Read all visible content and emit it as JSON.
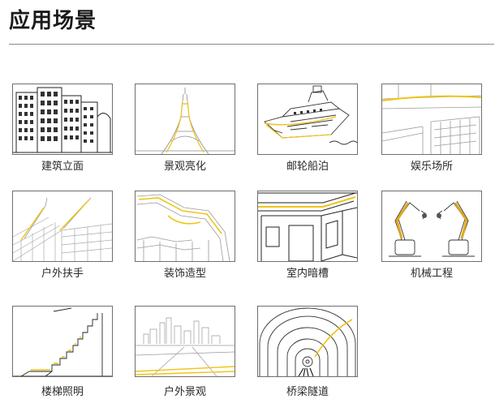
{
  "page": {
    "title": "应用场景"
  },
  "scenes": [
    {
      "label": "建筑立面",
      "icon": "building-facade-icon"
    },
    {
      "label": "景观亮化",
      "icon": "tower-landscape-icon"
    },
    {
      "label": "邮轮船泊",
      "icon": "cruise-ship-icon"
    },
    {
      "label": "娱乐场所",
      "icon": "entertainment-venue-icon"
    },
    {
      "label": "户外扶手",
      "icon": "outdoor-handrail-icon"
    },
    {
      "label": "装饰造型",
      "icon": "decorative-shape-icon"
    },
    {
      "label": "室内暗槽",
      "icon": "indoor-cove-icon"
    },
    {
      "label": "机械工程",
      "icon": "robot-arm-icon"
    },
    {
      "label": "楼梯照明",
      "icon": "stair-lighting-icon"
    },
    {
      "label": "户外景观",
      "icon": "outdoor-landscape-icon"
    },
    {
      "label": "桥梁隧道",
      "icon": "tunnel-icon"
    }
  ],
  "colors": {
    "accent_light": "#f0c419",
    "line": "#333333",
    "border": "#6f6f6f"
  }
}
